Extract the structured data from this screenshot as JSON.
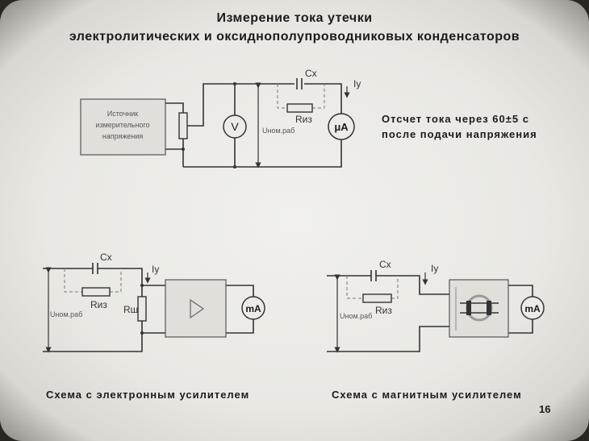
{
  "title": {
    "line1": "Измерение тока утечки",
    "line2": "электролитических и оксиднополупроводниковых конденсаторов"
  },
  "top_circuit": {
    "source_box": [
      "Источник",
      "измерительного",
      "напряжения"
    ],
    "voltmeter": "V",
    "voltage_label": "Uном.раб",
    "capacitor_label": "Cx",
    "resistor_label": "Rиз",
    "current_label": "Iу",
    "ammeter": "μA"
  },
  "note": {
    "line1": "Отсчет тока через 60±5 с",
    "line2": "после подачи напряжения"
  },
  "left_circuit": {
    "capacitor_label": "Cx",
    "resistor_label": "Rиз",
    "current_label": "Iу",
    "voltage_label": "Uном.раб",
    "shunt_label": "Rш",
    "ammeter": "mA",
    "caption": "Схема с электронным усилителем"
  },
  "right_circuit": {
    "capacitor_label": "Cx",
    "resistor_label": "Rиз",
    "current_label": "Iу",
    "voltage_label": "Uном.раб",
    "ammeter": "mA",
    "caption": "Схема с магнитным усилителем"
  },
  "page_number": "16"
}
